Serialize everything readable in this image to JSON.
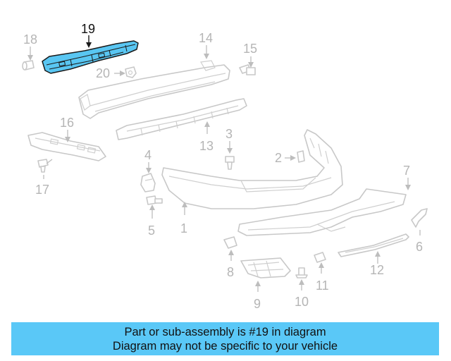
{
  "diagram": {
    "highlighted_part": "19",
    "callouts": {
      "c1": "1",
      "c2": "2",
      "c3": "3",
      "c4": "4",
      "c5": "5",
      "c6": "6",
      "c7": "7",
      "c8": "8",
      "c9": "9",
      "c10": "10",
      "c11": "11",
      "c12": "12",
      "c13": "13",
      "c14": "14",
      "c15": "15",
      "c16": "16",
      "c17": "17",
      "c18": "18",
      "c19": "19",
      "c20": "20"
    },
    "colors": {
      "highlight_fill": "#59c6f2",
      "part_stroke": "#c8c8c8",
      "callout_text": "#b5b5b5",
      "banner_background": "#5ac8f7"
    }
  },
  "banner": {
    "line1": "Part or sub-assembly is #19 in diagram",
    "line2": "Diagram may not be specific to your vehicle"
  }
}
